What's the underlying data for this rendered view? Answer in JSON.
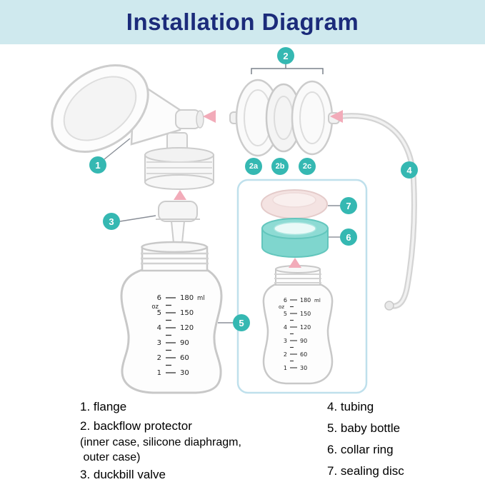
{
  "header": {
    "title": "Installation Diagram"
  },
  "badges": {
    "n1": "1",
    "n2": "2",
    "n2a": "2a",
    "n2b": "2b",
    "n2c": "2c",
    "n3": "3",
    "n4": "4",
    "n5": "5",
    "n6": "6",
    "n7": "7"
  },
  "scale": {
    "oz_label": "oz",
    "ml_label": "ml",
    "oz": [
      "6",
      "5",
      "4",
      "3",
      "2",
      "1"
    ],
    "ml": [
      "180",
      "150",
      "120",
      "90",
      "60",
      "30"
    ]
  },
  "legend": {
    "left": [
      "1. flange",
      "2. backflow protector",
      "(inner case, silicone diaphragm,",
      " outer case)",
      "3. duckbill valve"
    ],
    "right": [
      "4. tubing",
      "5. baby bottle",
      "6. collar ring",
      "7. sealing disc"
    ]
  },
  "colors": {
    "header_bg": "#cfe9ee",
    "title": "#1b2b7a",
    "badge": "#35b8b2",
    "arrow": "#f2abb9",
    "collar_ring": "#7fd6ce",
    "sealing_disc": "#f4e3e2",
    "outline_box": "#bfe0ec"
  }
}
